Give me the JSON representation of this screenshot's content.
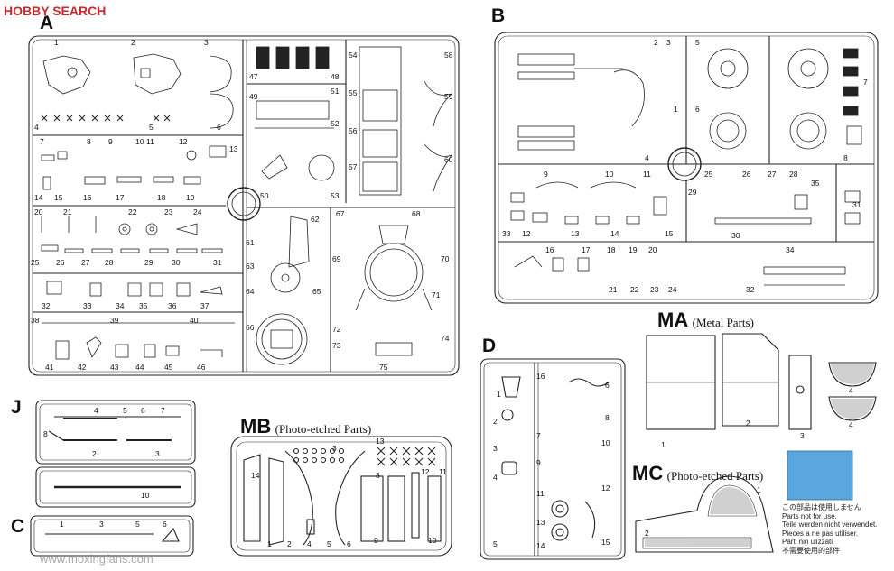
{
  "watermark": {
    "brand": "HOBBY SEARCH"
  },
  "sprues": {
    "A": {
      "label": "A",
      "numbers": [
        "1",
        "2",
        "3",
        "4",
        "5",
        "6",
        "7",
        "8",
        "9",
        "10",
        "11",
        "12",
        "13",
        "14",
        "15",
        "16",
        "17",
        "18",
        "19",
        "20",
        "21",
        "22",
        "23",
        "24",
        "25",
        "26",
        "27",
        "28",
        "29",
        "30",
        "31",
        "32",
        "33",
        "34",
        "35",
        "36",
        "37",
        "38",
        "39",
        "40",
        "41",
        "42",
        "43",
        "44",
        "45",
        "46",
        "47",
        "48",
        "49",
        "50",
        "51",
        "52",
        "53",
        "54",
        "55",
        "56",
        "57",
        "58",
        "59",
        "60",
        "61",
        "62",
        "63",
        "64",
        "65",
        "66",
        "67",
        "68",
        "69",
        "70",
        "71",
        "72",
        "73",
        "74",
        "75"
      ]
    },
    "B": {
      "label": "B",
      "numbers": [
        "1",
        "2",
        "3",
        "4",
        "5",
        "6",
        "7",
        "8",
        "9",
        "10",
        "11",
        "12",
        "13",
        "14",
        "15",
        "16",
        "17",
        "18",
        "19",
        "20",
        "21",
        "22",
        "23",
        "24",
        "25",
        "26",
        "27",
        "28",
        "29",
        "30",
        "31",
        "32",
        "33",
        "34",
        "35"
      ]
    },
    "D": {
      "label": "D"
    },
    "J": {
      "label": "J"
    },
    "C": {
      "label": "C"
    }
  },
  "ma": {
    "title": "MA",
    "subtitle": "(Metal Parts)"
  },
  "mb": {
    "title": "MB",
    "subtitle": "(Photo-etched Parts)"
  },
  "mc": {
    "title": "MC",
    "subtitle": "(Photo-etched Parts)"
  },
  "notice": {
    "lines": [
      "この部品は使用しません",
      "Parts not for use.",
      "Teile werden nicht verwendet.",
      "Pieces a ne pas utiliser.",
      "Parti nin ulizzati",
      "不需要使用的部件"
    ]
  },
  "footer_watermark": "www.moxingfans.com",
  "colors": {
    "notice_swatch": "#5aa7e0",
    "watermark_red": "#c62b2b"
  }
}
